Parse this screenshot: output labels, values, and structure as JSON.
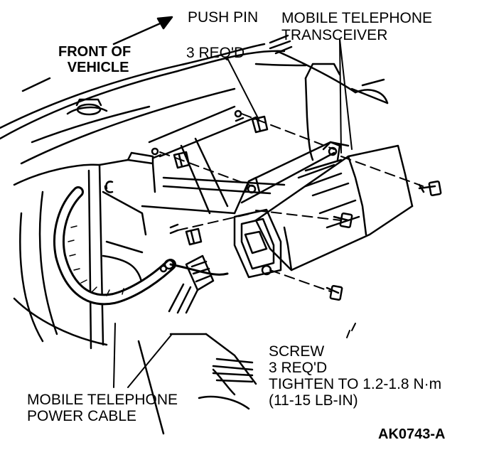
{
  "labels": {
    "push_pin": "PUSH PIN",
    "push_pin_qty": "3 REQ'D",
    "transceiver_line1": "MOBILE TELEPHONE",
    "transceiver_line2": "TRANSCEIVER",
    "front_line1": "FRONT OF",
    "front_line2": "VEHICLE",
    "screw_line1": "SCREW",
    "screw_line2": "3 REQ'D",
    "screw_line3": "TIGHTEN TO 1.2-1.8 N·m",
    "screw_line4": "(11-15 LB-IN)",
    "cable_line1": "MOBILE TELEPHONE",
    "cable_line2": "POWER CABLE",
    "figure_id": "AK0743-A"
  }
}
